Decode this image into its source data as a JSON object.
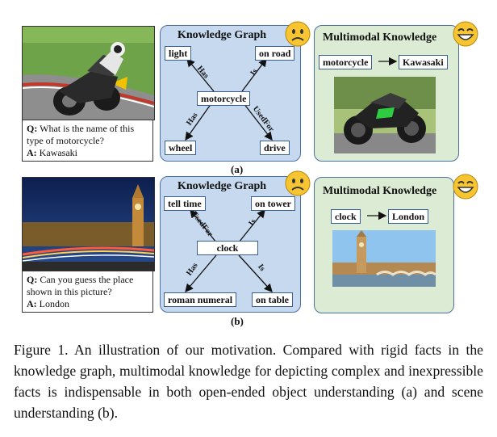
{
  "row_a": {
    "question": "What is the name of this type of motorcycle?",
    "q_prefix": "Q:",
    "answer": "Kawasaki",
    "a_prefix": "A:",
    "kg_title": "Knowledge Graph",
    "kg_nodes": {
      "center": "motorcycle",
      "top_left": "light",
      "top_right": "on road",
      "bottom_left": "wheel",
      "bottom_right": "drive"
    },
    "kg_edges": {
      "top_left": "Has",
      "top_right": "Is",
      "bottom_left": "Has",
      "bottom_right": "UsedFor"
    },
    "mm_title": "Multimodal Knowledge",
    "mm_from": "motorcycle",
    "mm_to": "Kawasaki",
    "label": "(a)"
  },
  "row_b": {
    "question": "Can you guess the place shown in this picture?",
    "q_prefix": "Q:",
    "answer": "London",
    "a_prefix": "A:",
    "kg_title": "Knowledge Graph",
    "kg_nodes": {
      "center": "clock",
      "top_left": "tell time",
      "top_right": "on tower",
      "bottom_left": "roman numeral",
      "bottom_right": "on table"
    },
    "kg_edges": {
      "top_left": "UsedFor",
      "top_right": "Is",
      "bottom_left": "Has",
      "bottom_right": "Is"
    },
    "mm_title": "Multimodal Knowledge",
    "mm_from": "clock",
    "mm_to": "London",
    "label": "(b)"
  },
  "caption": "Figure 1.  An illustration of our motivation. Compared with rigid facts in the knowledge graph, multimodal knowledge for depicting complex and inexpressible facts is indispensable in both open-ended object understanding (a) and scene understanding (b).",
  "icons": {
    "sad": "sad-face-icon",
    "happy": "happy-face-icon"
  },
  "colors": {
    "kg_panel": "#c7d9ef",
    "mm_panel": "#dcebd3",
    "border": "#4a6fa5",
    "emoji": "#f7c531"
  }
}
